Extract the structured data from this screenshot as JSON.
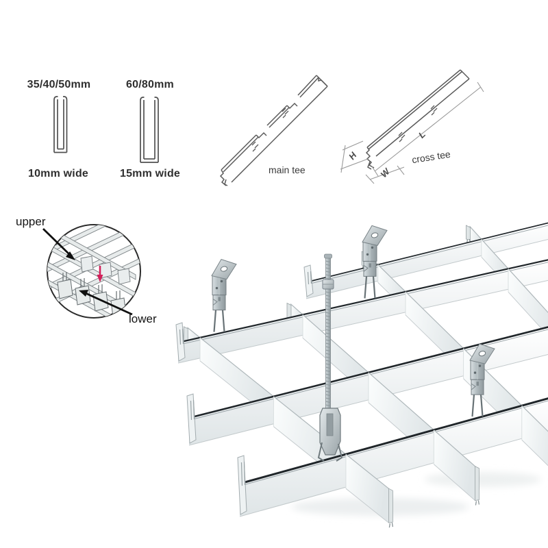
{
  "diagram": {
    "profiles": {
      "small": {
        "size_label": "35/40/50mm",
        "width_label": "10mm wide"
      },
      "large": {
        "size_label": "60/80mm",
        "width_label": "15mm wide"
      }
    },
    "tees": {
      "main_label": "main tee",
      "cross_label": "cross tee",
      "dim_height": "H",
      "dim_width": "W",
      "dim_length": "L"
    },
    "joint_detail": {
      "upper_label": "upper",
      "lower_label": "lower"
    },
    "colors": {
      "background": "#ffffff",
      "line_art": "#4f4f4f",
      "tee_dark_edge": "#20262a",
      "beam_white": "#ffffff",
      "beam_shade": "#e2e8e9",
      "metal_light": "#d6dde0",
      "metal_dark": "#8f999d",
      "detail_arrow_red": "#d2205a",
      "callout_black": "#101010"
    }
  }
}
